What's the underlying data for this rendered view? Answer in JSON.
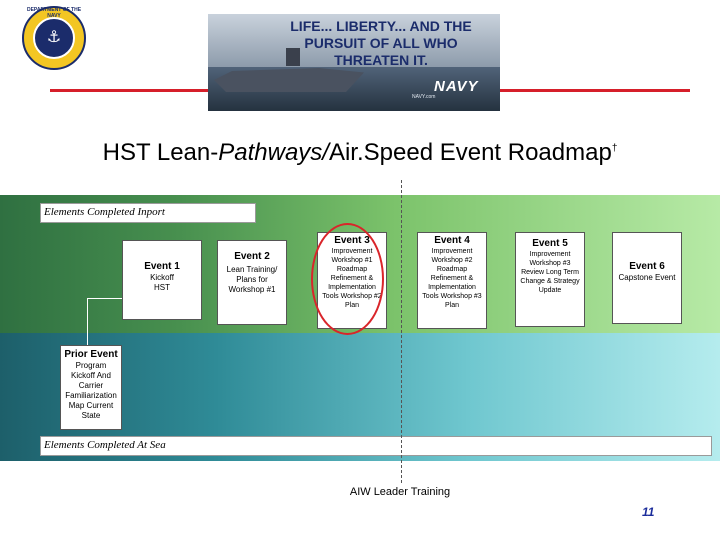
{
  "header": {
    "seal_text": "DEPARTMENT OF THE NAVY",
    "banner_tagline": "LIFE... LIBERTY... AND THE PURSUIT OF ALL WHO THREATEN IT.",
    "banner_brand": "NAVY",
    "banner_footer": "NAVY.com"
  },
  "title": {
    "prefix": "HST Lean-",
    "italic": "Pathways/",
    "suffix": "Air.Speed Event Roadmap",
    "superscript": "†"
  },
  "bands": {
    "top_label": "Elements Completed Inport",
    "bottom_label": "Elements Completed At Sea"
  },
  "events": [
    {
      "title": "Event 1",
      "desc": "Kickoff HST"
    },
    {
      "title": "Event 2",
      "desc": "Lean Training/ Plans for Workshop #1"
    },
    {
      "title": "Event 3",
      "desc": "Improvement Workshop #1 Roadmap Refinement & Implementation Tools Workshop #2 Plan"
    },
    {
      "title": "Event 4",
      "desc": "Improvement Workshop #2 Roadmap Refinement & Implementation Tools Workshop #3 Plan"
    },
    {
      "title": "Event 5",
      "desc": "Improvement Workshop #3 Review Long Term Change & Strategy Update"
    },
    {
      "title": "Event 6",
      "desc": "Capstone Event"
    }
  ],
  "prior_event": {
    "title": "Prior Event",
    "desc": "Program Kickoff And Carrier Familiarization Map Current State"
  },
  "footer": {
    "aiw_label": "AIW Leader Training",
    "page_number": "11"
  },
  "colors": {
    "accent_red": "#d61f2a",
    "green_band": "#48904f",
    "teal_band": "#2f8b97",
    "page_number": "#1b2c9b"
  }
}
